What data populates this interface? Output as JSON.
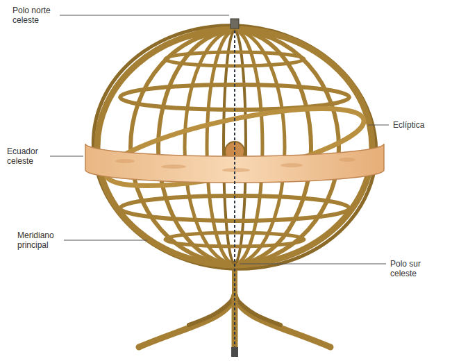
{
  "diagram": {
    "labels": [
      "Polo norte celeste",
      "Eclíptica",
      "Ecuador celeste",
      "Meridiano principal",
      "Polo sur celeste"
    ]
  }
}
